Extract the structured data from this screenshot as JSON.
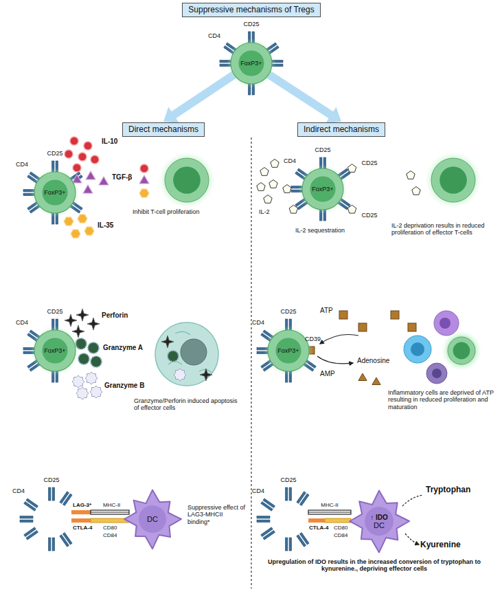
{
  "diagram": {
    "nodes": [
      {
        "text": [
          "Suppressive mechanisms of Tregs"
        ]
      },
      {
        "text": [
          "FoxP3+"
        ]
      },
      {
        "text": [
          "Direct mechanisms"
        ]
      },
      {
        "text": [
          "Indirect mechanisms"
        ]
      },
      {
        "text": [
          "FoxP3+"
        ]
      },
      {
        "text": [
          "FoxP3+"
        ]
      },
      {
        "text": [
          "DC"
        ]
      },
      {
        "text": [
          "FoxP3+"
        ]
      },
      {
        "text": [
          "FoxP3+"
        ]
      },
      {
        "text": [
          "↑ IDO",
          "DC"
        ]
      }
    ],
    "edges": [
      {
        "from": 1,
        "to": 2,
        "arrow": "to"
      },
      {
        "from": 1,
        "to": 3,
        "arrow": "to"
      }
    ],
    "labels": [
      "CD25",
      "CD4",
      "IL-10",
      "CD25",
      "CD4",
      "TGF-β",
      "IL-35",
      "Inhibit T-cell proliferation",
      "CD25",
      "CD4",
      "Perforin",
      "Granzyme A",
      "Granzyme B",
      "Granzyme/Perforin induced apoptosis of effector cells",
      "CD25",
      "CD4",
      "LAG-3*",
      "MHC-II",
      "CTLA-4",
      "CD80",
      "CD84",
      "Suppressive effect of LAG3-MHCII binding*",
      "CD25",
      "CD4",
      "CD25",
      "CD25",
      "IL-2",
      "IL-2 sequestration",
      "IL-2 deprivation results in reduced proliferation of effector T-cells",
      "CD25",
      "CD4",
      "ATP",
      "CD39",
      "Adenosine",
      "AMP",
      "Inflammatory cells are deprived of ATP resulting in reduced proliferation and maturation",
      "CD25",
      "CD4",
      "MHC-II",
      "CTLA-4",
      "CD80",
      "CD84",
      "Tryptophan",
      "Kyurenine",
      "Upregulation of IDO results in the increased conversion of tryptophan to kynurenine., depriving effector cells"
    ]
  }
}
